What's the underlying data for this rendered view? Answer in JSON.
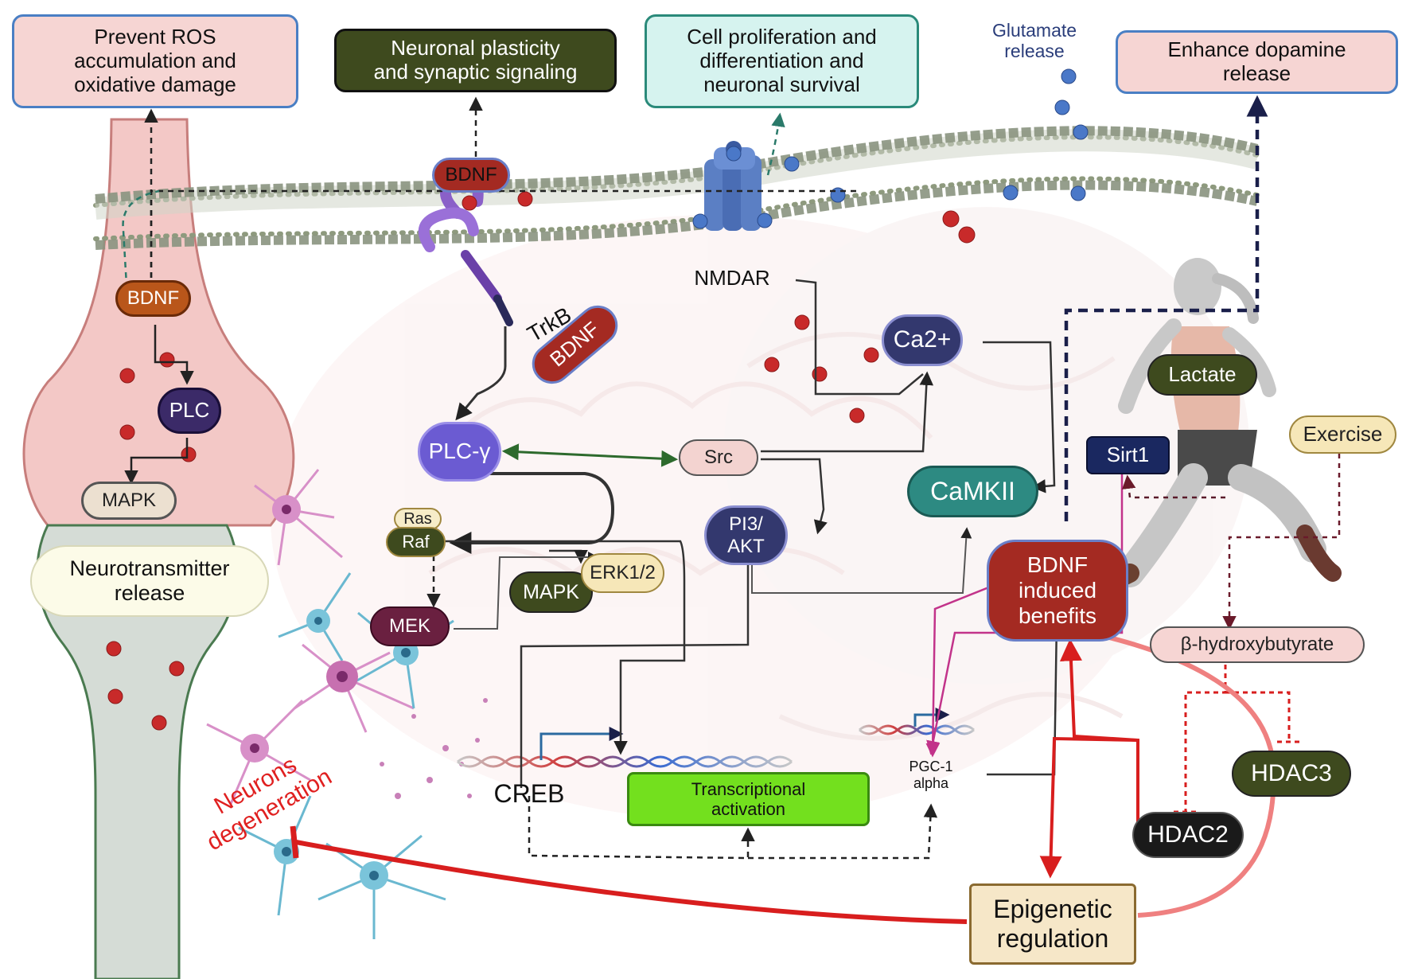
{
  "outcomes": {
    "ros": "Prevent ROS\naccumulation and\noxidative damage",
    "plasticity": "Neuronal plasticity\nand synaptic signaling",
    "proliferation": "Cell proliferation and\ndifferentiation and\nneuronal survival",
    "glutamate": "Glutamate\nrelease",
    "dopamine": "Enhance dopamine\nrelease"
  },
  "presynaptic": {
    "bdnf": "BDNF",
    "plc": "PLC",
    "mapk": "MAPK",
    "neurotransmitter": "Neurotransmitter\nrelease"
  },
  "membrane": {
    "bdnf_top": "BDNF",
    "trkb": "TrkB",
    "bdnf_tilted": "BDNF",
    "nmdar": "NMDAR"
  },
  "signaling": {
    "plc_gamma": "PLC-γ",
    "src": "Src",
    "ras": "Ras",
    "raf": "Raf",
    "mek": "MEK",
    "mapk": "MAPK",
    "erk": "ERK1/2",
    "pi3akt": "PI3/\nAKT",
    "ca2": "Ca2+",
    "camkii": "CaMKII",
    "creb": "CREB",
    "transcriptional": "Transcriptional\nactivation",
    "pgc1": "PGC-1\nalpha"
  },
  "exercise": {
    "lactate": "Lactate",
    "sirt1": "Sirt1",
    "exercise": "Exercise",
    "bdnf_benefits": "BDNF\ninduced\nbenefits",
    "hydroxybutyrate": "β-hydroxybutyrate",
    "hdac3": "HDAC3",
    "hdac2": "HDAC2",
    "epigenetic": "Epigenetic\nregulation",
    "degeneration": "Neurons\ndegeneration"
  },
  "colors": {
    "pink_box": "#f6d5d3",
    "blue_border": "#4a7fc4",
    "olive": "#3e4a1e",
    "teal_box": "#d6f3ef",
    "purple_node": "#6b5bd2",
    "navy_node": "#33386e",
    "camkii": "#2d8a82",
    "green_box": "#73e01e",
    "red_inhibit": "#e02020",
    "benefits": "#a42a22"
  }
}
